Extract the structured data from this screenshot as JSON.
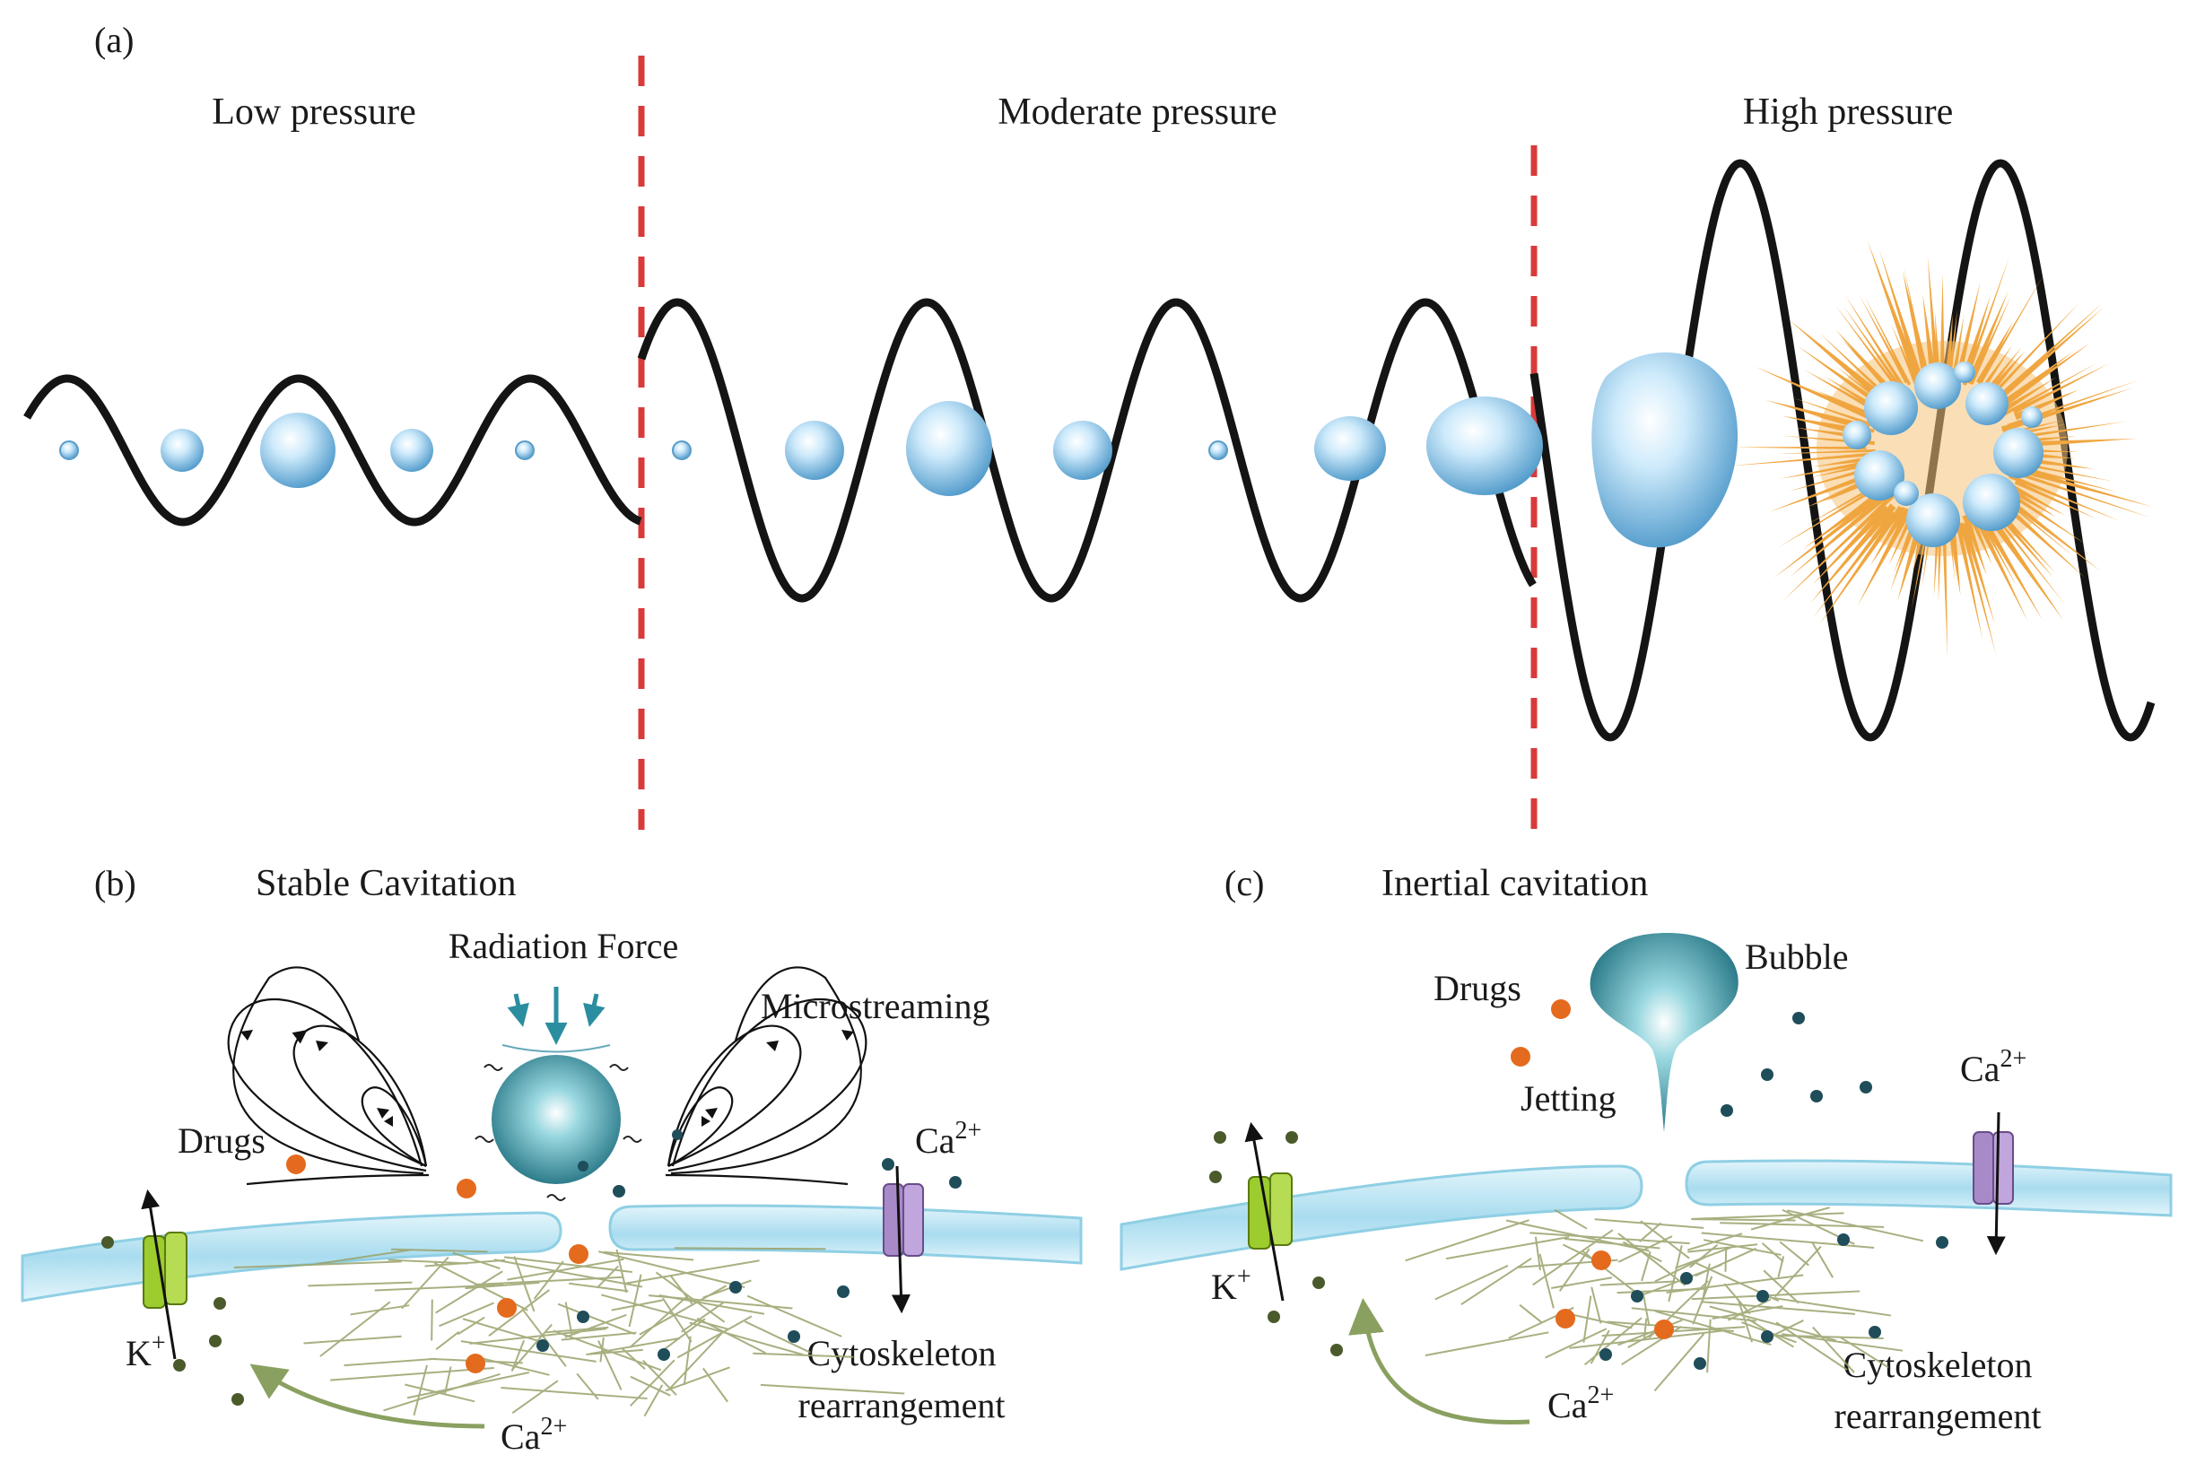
{
  "panel_a": {
    "tag": "(a)",
    "low_label": "Low pressure",
    "moderate_label": "Moderate pressure",
    "high_label": "High pressure"
  },
  "panel_b": {
    "tag": "(b)",
    "title": "Stable Cavitation",
    "radiation_force": "Radiation Force",
    "microstreaming": "Microstreaming",
    "drugs": "Drugs",
    "ca_channel": "Ca",
    "ca_channel_sup": "2+",
    "k_label": "K",
    "k_sup": "+",
    "ca_bottom": "Ca",
    "ca_bottom_sup": "2+",
    "cyto_line1": "Cytoskeleton",
    "cyto_line2": "rearrangement"
  },
  "panel_c": {
    "tag": "(c)",
    "title": "Inertial cavitation",
    "bubble": "Bubble",
    "drugs": "Drugs",
    "jetting": "Jetting",
    "ca_channel": "Ca",
    "ca_channel_sup": "2+",
    "k_label": "K",
    "k_sup": "+",
    "ca_bottom": "Ca",
    "ca_bottom_sup": "2+",
    "cyto_line1": "Cytoskeleton",
    "cyto_line2": "rearrangement"
  },
  "colors": {
    "wave": "#141414",
    "divider": "#d93a3a",
    "bubble_light": "#e8f6ff",
    "bubble_dark": "#5ea6d4",
    "burst": "#f0a640",
    "membrane": "#bfe6f2",
    "drug": "#e46a1e",
    "ion_dark": "#1f4d5a",
    "ion_olive": "#4a5a2a",
    "k_channel": "#9ccc2e",
    "ca_channel": "#a88ac8",
    "teal_bubble": "#2b8ea0",
    "arrow_olive": "#8aa060"
  }
}
